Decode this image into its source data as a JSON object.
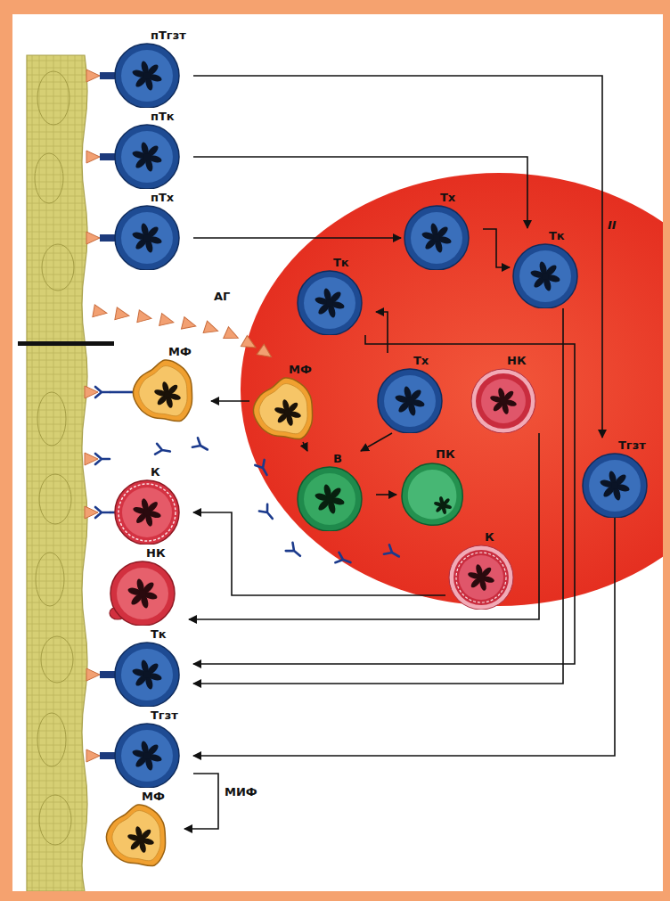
{
  "diagram": {
    "nodes": [
      {
        "text": [
          "пТгзт"
        ]
      },
      {
        "text": [
          "пТк"
        ]
      },
      {
        "text": [
          "пТх"
        ]
      },
      {
        "text": [
          "Тк"
        ]
      },
      {
        "text": [
          "Тх"
        ]
      },
      {
        "text": [
          "Тк"
        ]
      },
      {
        "text": [
          "МФ"
        ]
      },
      {
        "text": [
          "Тх"
        ]
      },
      {
        "text": [
          "В"
        ]
      },
      {
        "text": [
          "ПК"
        ]
      },
      {
        "text": [
          "НК"
        ]
      },
      {
        "text": [
          "К"
        ]
      },
      {
        "text": [
          "Тгзт"
        ]
      },
      {
        "text": [
          "МФ"
        ]
      },
      {
        "text": [
          "К"
        ]
      },
      {
        "text": [
          "НК"
        ]
      },
      {
        "text": [
          "Тк"
        ]
      },
      {
        "text": [
          "Тгзт"
        ]
      },
      {
        "text": [
          "МФ"
        ]
      }
    ],
    "edges": [
      {
        "from": 0,
        "to": 12,
        "arrow": "to"
      },
      {
        "from": 1,
        "to": 5,
        "arrow": "to"
      },
      {
        "from": 2,
        "to": 4,
        "arrow": "to"
      },
      {
        "from": 4,
        "to": 5,
        "arrow": "to"
      },
      {
        "from": 7,
        "to": 3,
        "arrow": "to"
      },
      {
        "from": 6,
        "to": 13,
        "arrow": "to"
      },
      {
        "from": 7,
        "to": 8,
        "arrow": "to"
      },
      {
        "from": 6,
        "to": 8,
        "arrow": "to"
      },
      {
        "from": 8,
        "to": 9,
        "arrow": "to"
      },
      {
        "from": 3,
        "to": 16,
        "arrow": "to"
      },
      {
        "from": 5,
        "to": 16,
        "arrow": "to"
      },
      {
        "from": 10,
        "to": 15,
        "arrow": "to"
      },
      {
        "from": 11,
        "to": 14,
        "arrow": "to"
      },
      {
        "from": 12,
        "to": 17,
        "arrow": "to"
      },
      {
        "from": 17,
        "to": 18,
        "arrow": "to"
      }
    ],
    "labels": [
      "АГ",
      "II",
      "МИФ"
    ]
  }
}
